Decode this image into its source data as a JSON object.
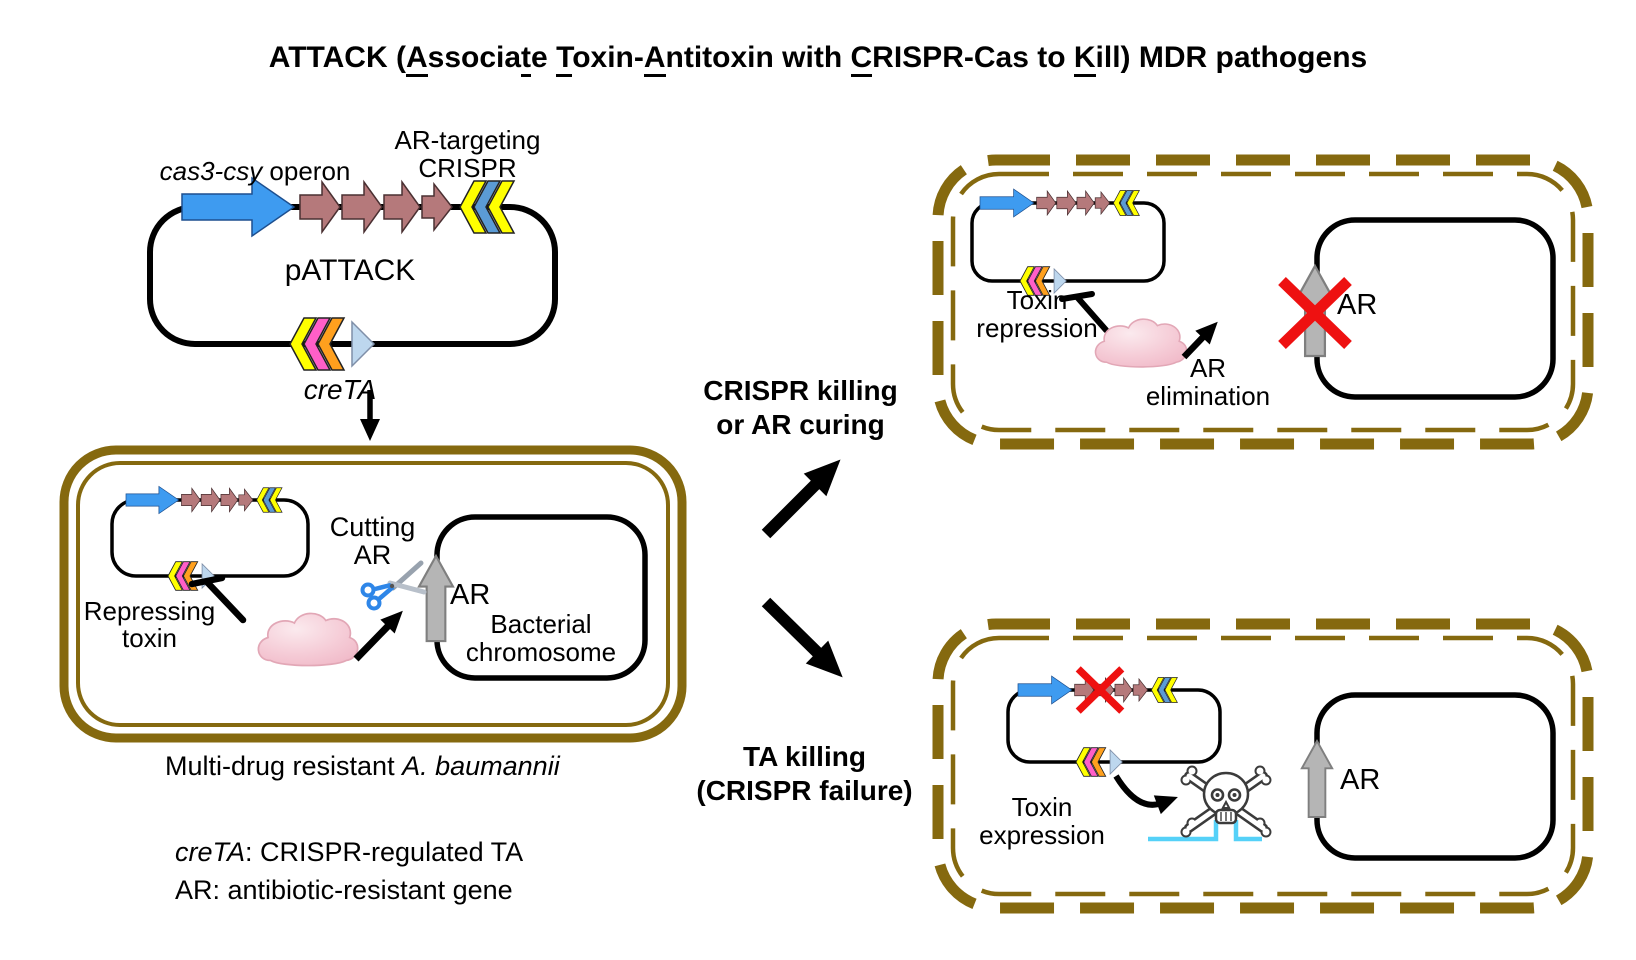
{
  "title": {
    "segments": [
      {
        "t": "ATTACK ("
      },
      {
        "t": "A",
        "u": true
      },
      {
        "t": "ssocia"
      },
      {
        "t": "t",
        "u": true
      },
      {
        "t": "e "
      },
      {
        "t": "T",
        "u": true
      },
      {
        "t": "oxin-"
      },
      {
        "t": "A",
        "u": true
      },
      {
        "t": "ntitoxin with "
      },
      {
        "t": "C",
        "u": true
      },
      {
        "t": "RISPR-Cas to "
      },
      {
        "t": "K",
        "u": true
      },
      {
        "t": "ill) MDR pathogens"
      }
    ]
  },
  "pattack": {
    "name": "pATTACK",
    "operon_italic": "cas3-csy",
    "operon_rest": " operon",
    "crispr_line1": "AR-targeting",
    "crispr_line2": "CRISPR",
    "creta": "creTA"
  },
  "mdr_cell": {
    "repress_line1": "Repressing",
    "repress_line2": "toxin",
    "cutting_line1": "Cutting",
    "cutting_line2": "AR",
    "ar": "AR",
    "chrom_line1": "Bacterial",
    "chrom_line2": "chromosome",
    "caption_prefix": "Multi-drug resistant ",
    "caption_italic": "A. baumannii"
  },
  "outcomes": {
    "crispr_line1": "CRISPR killing",
    "crispr_line2": "or AR curing",
    "ta_line1": "TA killing",
    "ta_line2": "(CRISPR failure)"
  },
  "cured_cell": {
    "toxin_line1": "Toxin",
    "toxin_line2": "repression",
    "elim_line1": "AR",
    "elim_line2": "elimination",
    "ar": "AR"
  },
  "killed_cell": {
    "toxin_line1": "Toxin",
    "toxin_line2": "expression",
    "ar": "AR"
  },
  "legend": {
    "line1_italic": "creTA",
    "line1_rest": ": CRISPR-regulated TA",
    "line2": "AR: antibiotic-resistant gene"
  },
  "colors": {
    "membrane_gold": "#85690F",
    "plasmid_outline": "#000000",
    "cas3_blue": "#3E9BF0",
    "cas_gene_mauve": "#B5797B",
    "crispr_yellow": "#FFFF00",
    "crispr_blue": "#5B9BD5",
    "toxin_pink": "#FF5FC8",
    "toxin_orange": "#FFA01E",
    "antitoxin_lightblue": "#BDD7EE",
    "ar_gray": "#B5B5B5",
    "cross_red": "#EE1111",
    "cascade_cloud_pink": "#F5CBD6",
    "toxin_target_cyan": "#55D1F8"
  }
}
